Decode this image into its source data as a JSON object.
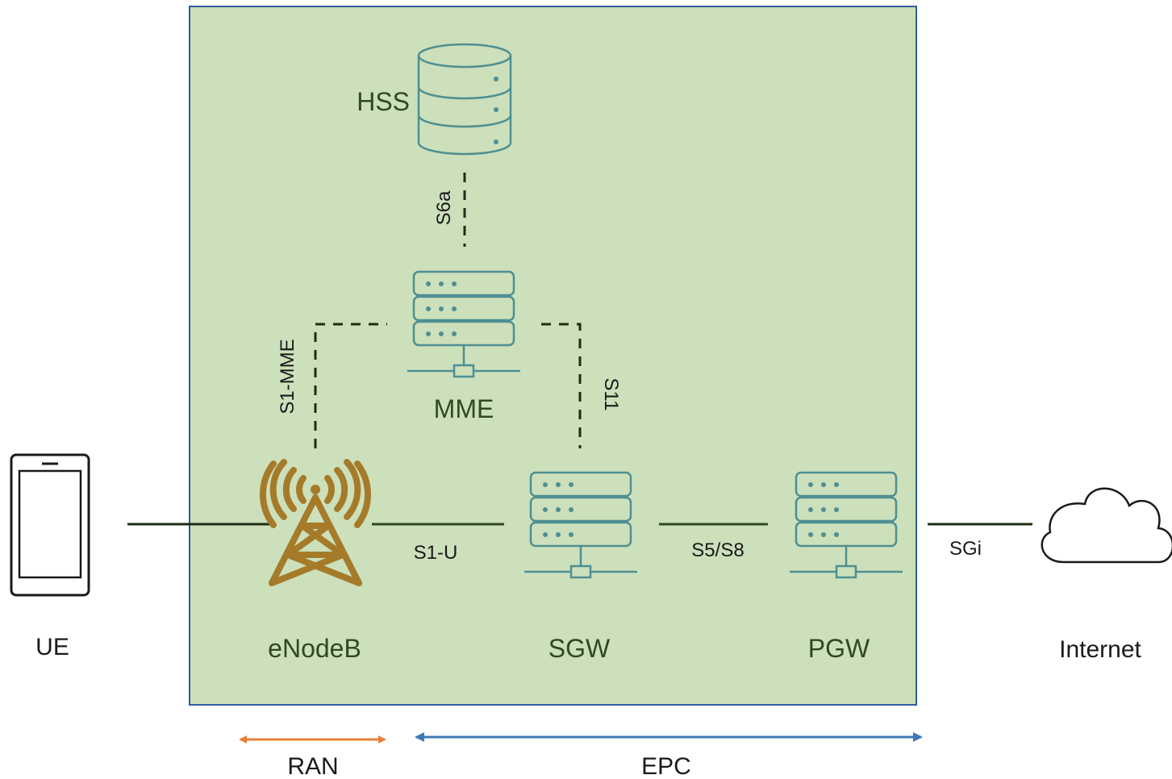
{
  "nodes": {
    "hss": "HSS",
    "mme": "MME",
    "enodeb": "eNodeB",
    "sgw": "SGW",
    "pgw": "PGW",
    "ue": "UE",
    "internet": "Internet"
  },
  "interfaces": {
    "s6a": "S6a",
    "s1_mme": "S1-MME",
    "s11": "S11",
    "s1_u": "S1-U",
    "s5_s8": "S5/S8",
    "sgi": "SGi"
  },
  "spans": {
    "ran": "RAN",
    "epc": "EPC"
  },
  "colors": {
    "epc_box_fill": "#cce0bc",
    "epc_box_border": "#2f5d99",
    "server_icon": "#4f8f91",
    "tower_icon": "#a57b2a",
    "ran_arrow": "#e8803a",
    "epc_arrow": "#3e78b6"
  },
  "icons": {
    "ue": "smartphone-icon",
    "hss": "database-icon",
    "mme": "server-icon",
    "sgw": "server-icon",
    "pgw": "server-icon",
    "enodeb": "cell-tower-icon",
    "internet": "cloud-icon"
  }
}
